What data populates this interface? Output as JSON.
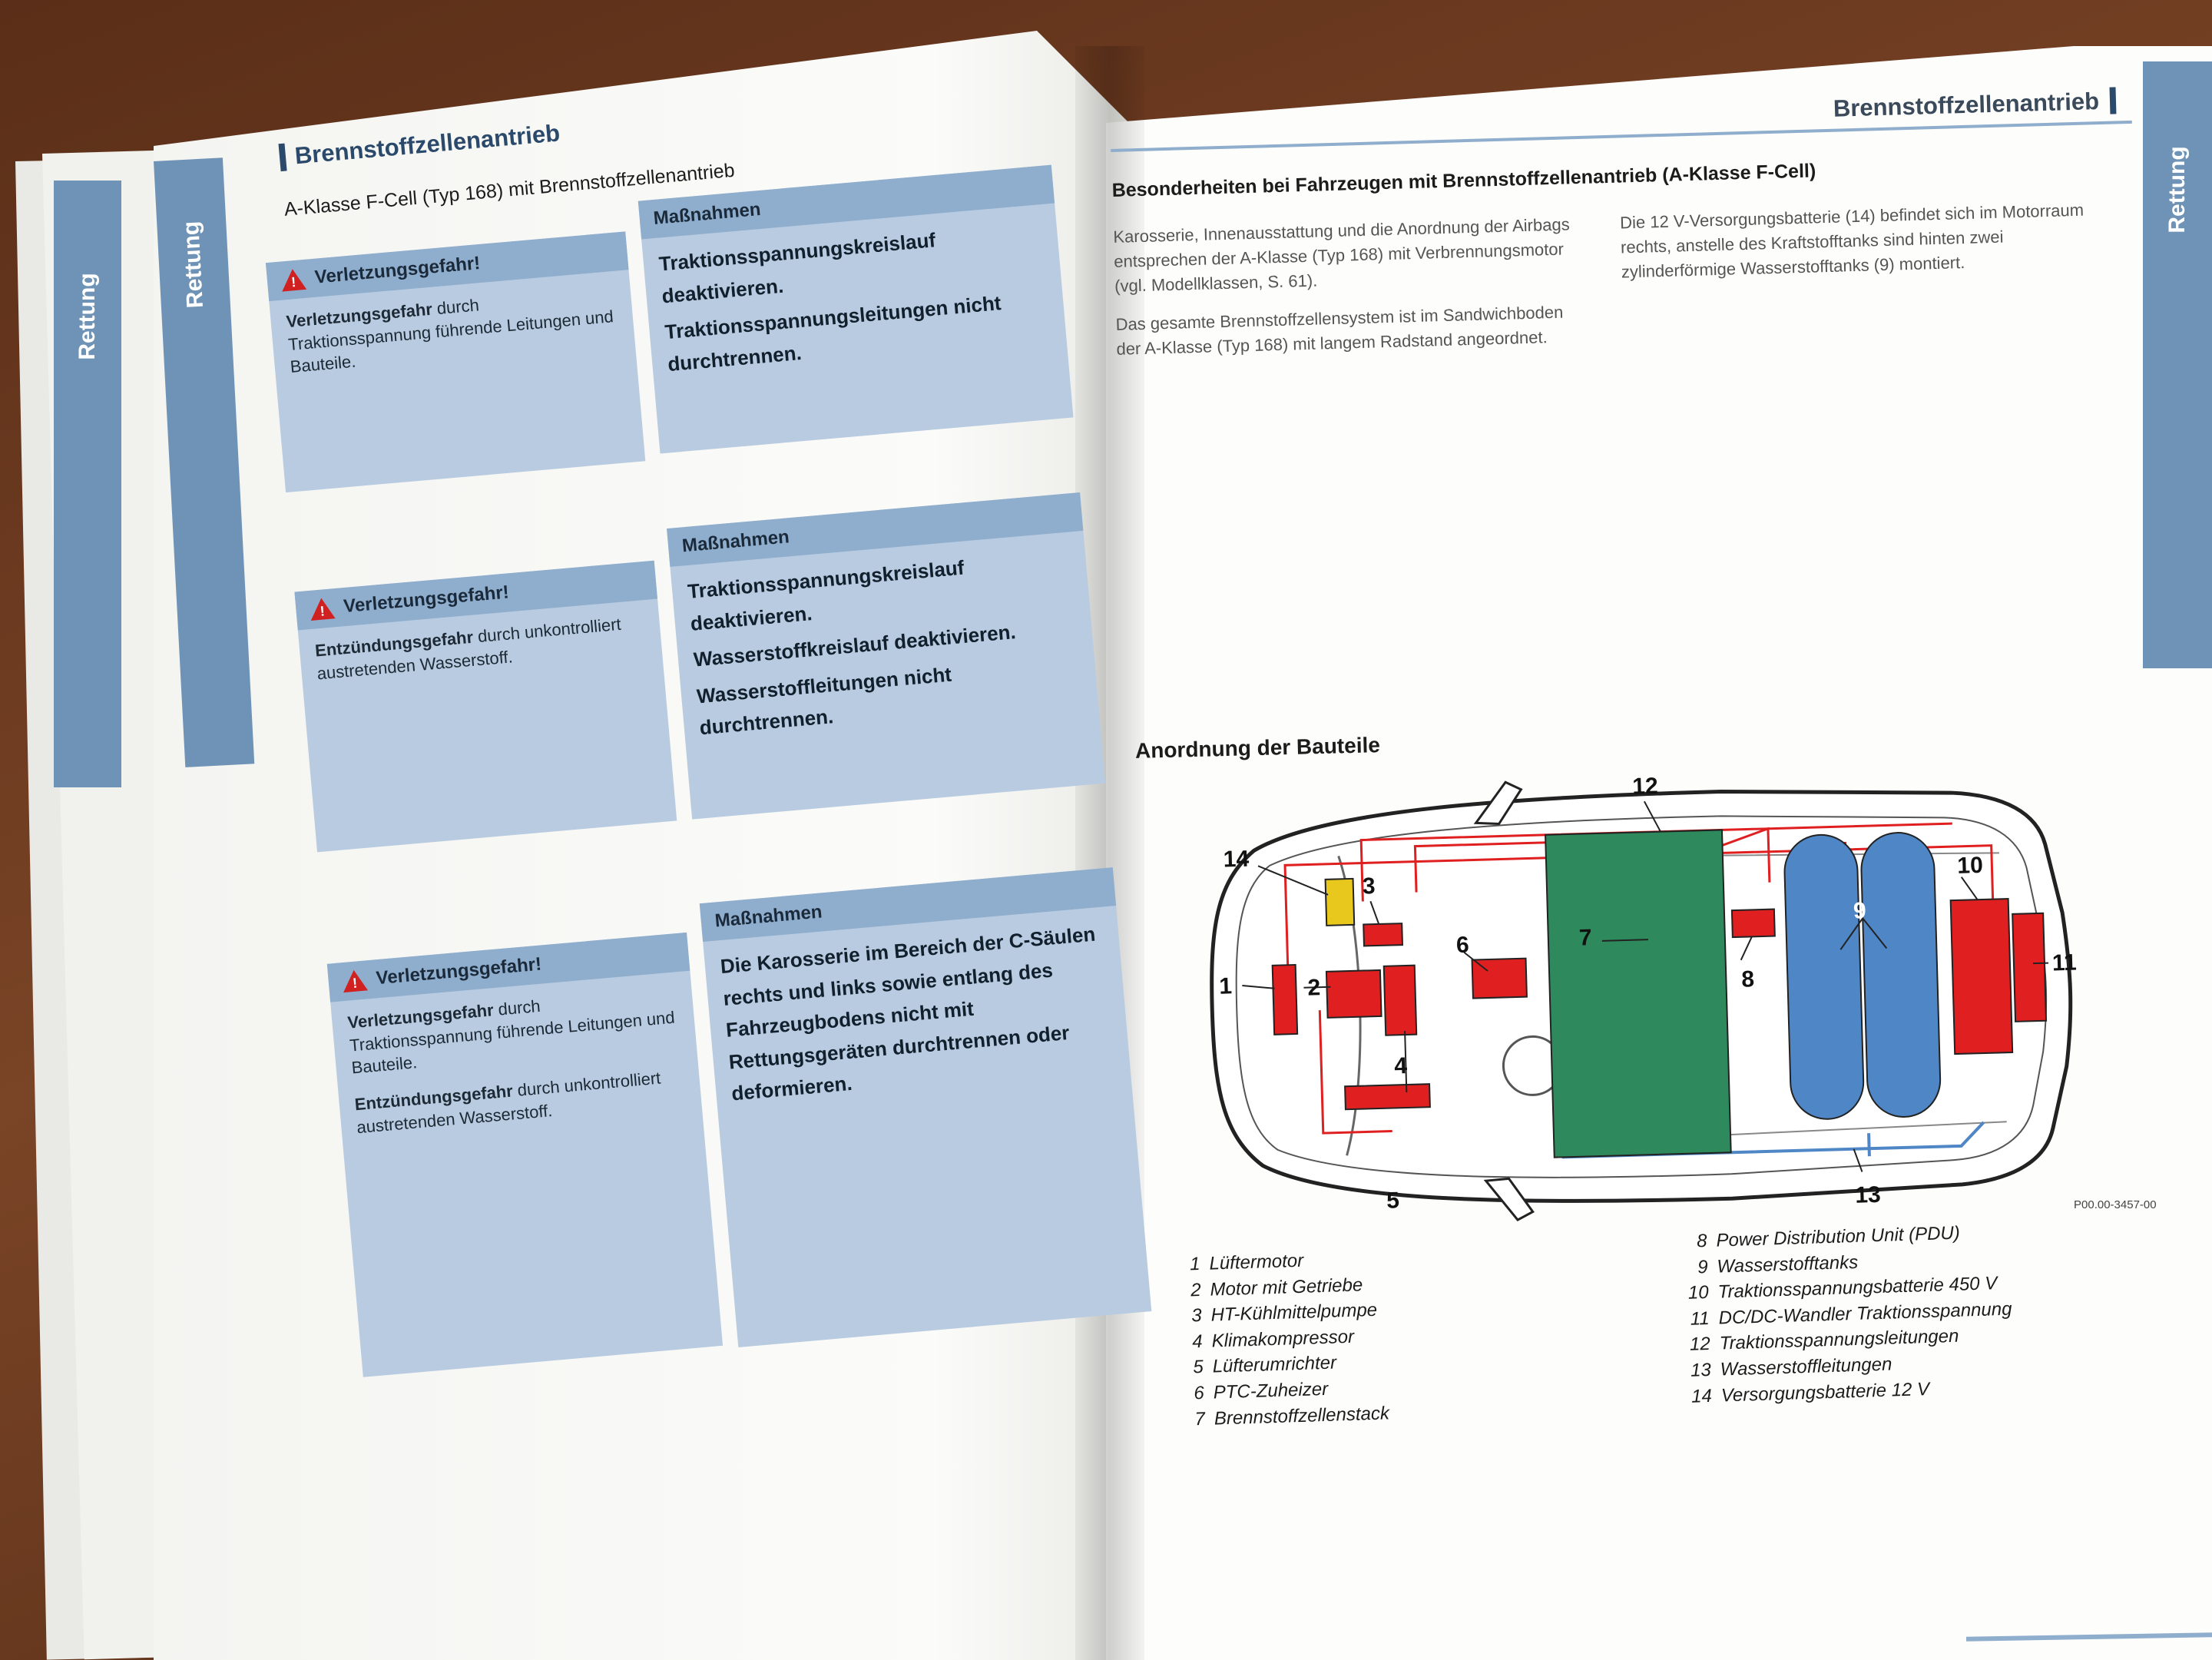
{
  "tab_label": "Rettung",
  "left": {
    "title": "Brennstoffzellenantrieb",
    "subtitle": "A-Klasse F-Cell (Typ 168) mit Brennstoffzellenantrieb",
    "blocks": [
      {
        "warning_label": "Verletzungsgefahr!",
        "measures_label": "Maßnahmen",
        "hazards": [
          {
            "bold": "Verletzungsgefahr",
            "text": " durch Traktionsspannung führende Leitungen und Bauteile."
          }
        ],
        "actions": [
          "Traktionsspannungskreislauf deaktivieren.",
          "Traktionsspannungsleitungen nicht durchtrennen."
        ]
      },
      {
        "warning_label": "Verletzungsgefahr!",
        "measures_label": "Maßnahmen",
        "hazards": [
          {
            "bold": "Entzündungsgefahr",
            "text": " durch unkontrolliert austretenden Wasserstoff."
          }
        ],
        "actions": [
          "Traktionsspannungskreislauf deaktivieren.",
          "Wasserstoffkreislauf deaktivieren.",
          "Wasserstoffleitungen nicht durchtrennen."
        ]
      },
      {
        "warning_label": "Verletzungsgefahr!",
        "measures_label": "Maßnahmen",
        "hazards": [
          {
            "bold": "Verletzungsgefahr",
            "text": " durch Traktionsspannung führende Leitungen und Bauteile."
          },
          {
            "bold": "Entzündungsgefahr",
            "text": " durch unkontrolliert austretenden Wasserstoff."
          }
        ],
        "actions": [
          "Die Karosserie im Bereich der C-Säulen rechts und links sowie entlang des Fahrzeugbodens nicht mit Rettungsgeräten durchtrennen oder deformieren."
        ]
      }
    ]
  },
  "right": {
    "title": "Brennstoffzellenantrieb",
    "section": "Besonderheiten bei Fahrzeugen mit Brennstoffzellenantrieb (A-Klasse F-Cell)",
    "col1": [
      "Karosserie, Innenausstattung und die Anordnung der Airbags entsprechen der A-Klasse (Typ 168) mit Verbrennungsmotor (vgl. Modellklassen, S. 61).",
      "Das gesamte Brennstoffzellensystem ist im Sandwichboden der A-Klasse (Typ 168) mit langem Radstand angeordnet."
    ],
    "col2": [
      "Die 12 V-Versorgungsbatterie (14) befindet sich im Motorraum rechts, anstelle des Kraftstofftanks sind hinten zwei zylinderförmige Wasserstofftanks (9) montiert."
    ],
    "figure_title": "Anordnung der Bauteile",
    "figure_code": "P00.00-3457-00",
    "callouts": [
      "1",
      "2",
      "3",
      "4",
      "5",
      "6",
      "7",
      "8",
      "9",
      "10",
      "11",
      "12",
      "13",
      "14"
    ],
    "legend_left": [
      {
        "n": "1",
        "t": "Lüftermotor"
      },
      {
        "n": "2",
        "t": "Motor mit Getriebe"
      },
      {
        "n": "3",
        "t": "HT-Kühlmittelpumpe"
      },
      {
        "n": "4",
        "t": "Klimakompressor"
      },
      {
        "n": "5",
        "t": "Lüfterumrichter"
      },
      {
        "n": "6",
        "t": "PTC-Zuheizer"
      },
      {
        "n": "7",
        "t": "Brennstoffzellenstack"
      }
    ],
    "legend_right": [
      {
        "n": "8",
        "t": "Power Distribution Unit (PDU)"
      },
      {
        "n": "9",
        "t": "Wasserstofftanks"
      },
      {
        "n": "10",
        "t": "Traktionsspannungsbatterie 450 V"
      },
      {
        "n": "11",
        "t": "DC/DC-Wandler Traktionsspannung"
      },
      {
        "n": "12",
        "t": "Traktionsspannungsleitungen"
      },
      {
        "n": "13",
        "t": "Wasserstoffleitungen"
      },
      {
        "n": "14",
        "t": "Versorgungsbatterie 12 V"
      }
    ],
    "colors": {
      "hv": "#e02020",
      "hydrogen": "#4f86c6",
      "stack": "#2e8a5c",
      "battery12": "#e8c81c",
      "outline": "#222222"
    }
  }
}
